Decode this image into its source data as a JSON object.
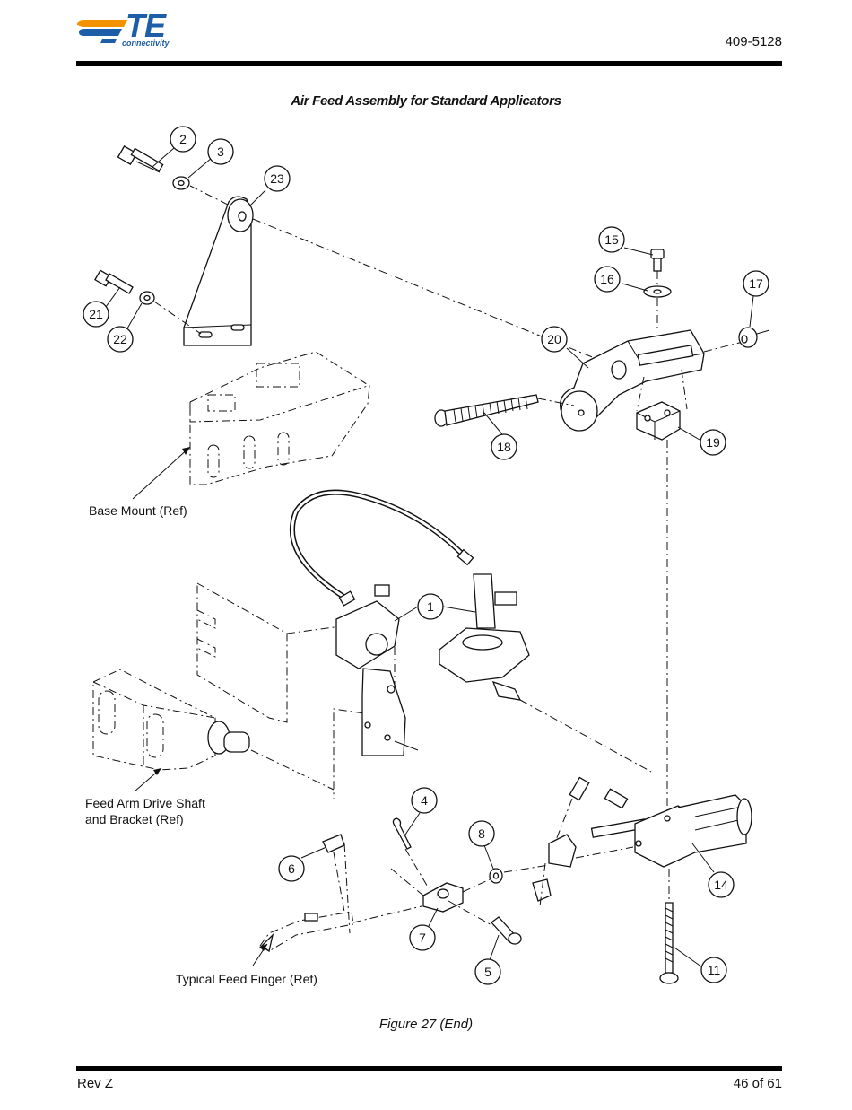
{
  "header": {
    "logo_text": "TE",
    "logo_subtext": "connectivity",
    "logo_colors": {
      "stripe_orange": "#f39200",
      "stripe_blue": "#1d5ea8"
    },
    "document_number": "409-5128"
  },
  "figure": {
    "title": "Air Feed Assembly for Standard Applicators",
    "caption": "Figure 27 (End)",
    "reference_labels": [
      "Base Mount (Ref)",
      "Feed Arm Drive Shaft",
      "and Bracket (Ref)",
      "Typical Feed Finger (Ref)"
    ],
    "callouts": [
      "2",
      "3",
      "23",
      "21",
      "22",
      "15",
      "16",
      "17",
      "20",
      "18",
      "19",
      "1",
      "4",
      "8",
      "6",
      "7",
      "5",
      "14",
      "11"
    ]
  },
  "footer": {
    "revision": "Rev Z",
    "page_number": "46 of 61"
  }
}
